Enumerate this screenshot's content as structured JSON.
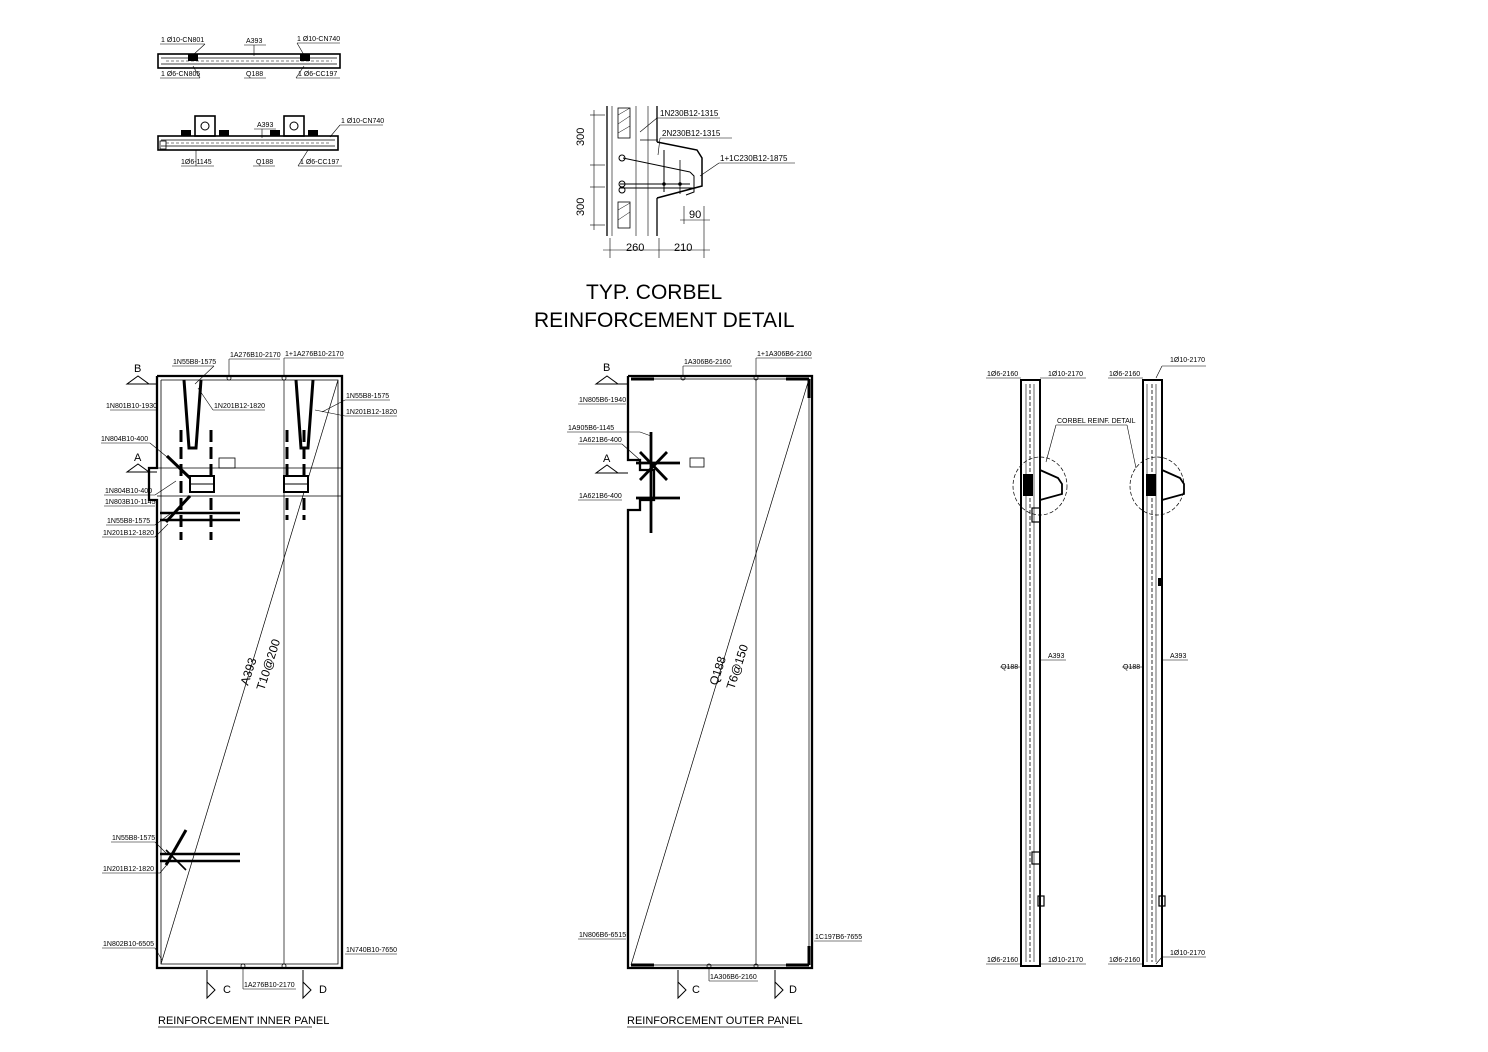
{
  "plan_top": {
    "labels": [
      "1 Ø10-CN801",
      "A393",
      "1 Ø10-CN740",
      "1 Ø6-CN805",
      "Q188",
      "1 Ø6-CC197"
    ]
  },
  "plan_mid": {
    "labels": [
      "A393",
      "1 Ø10-CN740",
      "1Ø6-1145",
      "Q188",
      "1 Ø6-CC197"
    ]
  },
  "corbel": {
    "bar_labels": [
      "1N230B12-1315",
      "2N230B12-1315",
      "1+1C230B12-1875"
    ],
    "dims": [
      "300",
      "300",
      "260",
      "210",
      "90"
    ],
    "title_line1": "TYP. CORBEL",
    "title_line2": "REINFORCEMENT DETAIL"
  },
  "inner_panel": {
    "title": "REINFORCEMENT INNER PANEL",
    "labels": [
      "1N55B8-1575",
      "1A276B10-2170",
      "1+1A276B10-2170",
      "1N801B10-1930",
      "1N201B12-1820",
      "1N55B8-1575",
      "1N201B12-1820",
      "1N804B10-400",
      "1N804B10-400",
      "1N803B10-1145",
      "1N55B8-1575",
      "1N201B12-1820",
      "1N55B8-1575",
      "1N201B12-1820",
      "1N802B10-6505",
      "1N740B10-7650",
      "1A276B10-2170"
    ],
    "diag_line1": "A393",
    "diag_line2": "T10@200",
    "sections": [
      "B",
      "A",
      "C",
      "D"
    ]
  },
  "outer_panel": {
    "title": "REINFORCEMENT OUTER PANEL",
    "labels": [
      "1A306B6-2160",
      "1+1A306B6-2160",
      "1N805B6-1940",
      "1A905B6-1145",
      "1A621B6-400",
      "1A621B6-400",
      "1N806B6-6515",
      "1C197B6-7655",
      "1A306B6-2160"
    ],
    "diag_line1": "Q188",
    "diag_line2": "T6@150",
    "sections": [
      "B",
      "A",
      "C",
      "D"
    ]
  },
  "section_left": {
    "labels": [
      "1Ø6-2160",
      "1Ø10-2170",
      "CORBEL REINF. DETAIL",
      "Q188",
      "A393",
      "1Ø6-2160",
      "1Ø10-2170"
    ]
  },
  "section_right": {
    "labels": [
      "1Ø6-2160",
      "1Ø10-2170",
      "Q188",
      "A393",
      "1Ø6-2160",
      "1Ø10-2170"
    ]
  }
}
